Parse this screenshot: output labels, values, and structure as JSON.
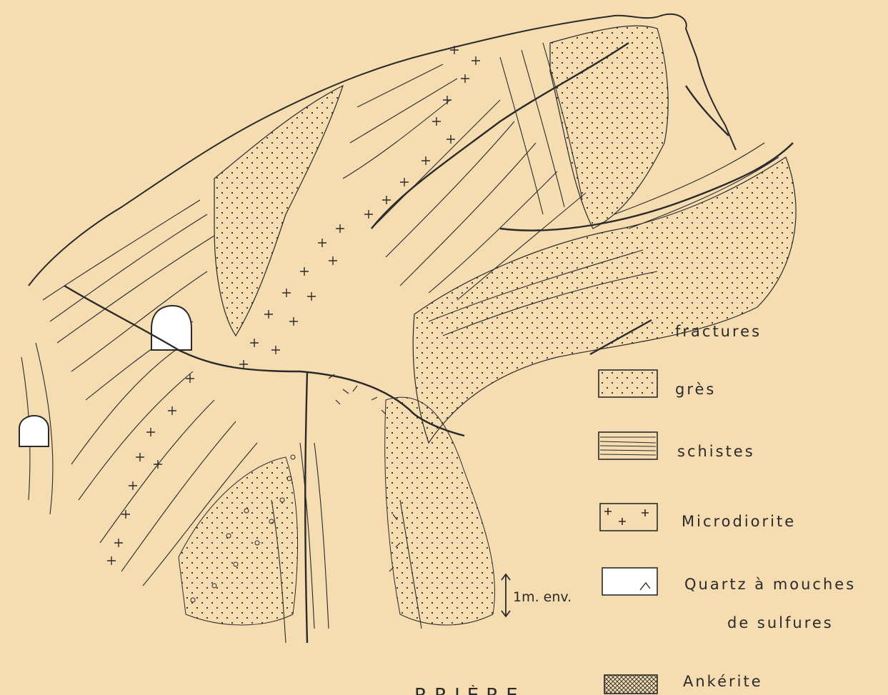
{
  "legend": {
    "items": [
      {
        "label": "fractures"
      },
      {
        "label": "grès"
      },
      {
        "label": "schistes"
      },
      {
        "label": "Microdiorite"
      },
      {
        "label": "Quartz à mouches"
      },
      {
        "label": "de sulfures"
      },
      {
        "label": "Ankérite"
      }
    ]
  },
  "scale": {
    "label": "1m. env."
  },
  "partial_title": "RRIÈRE",
  "colors": {
    "paper": "#f6dcb1",
    "ink": "#2a2a2a"
  }
}
